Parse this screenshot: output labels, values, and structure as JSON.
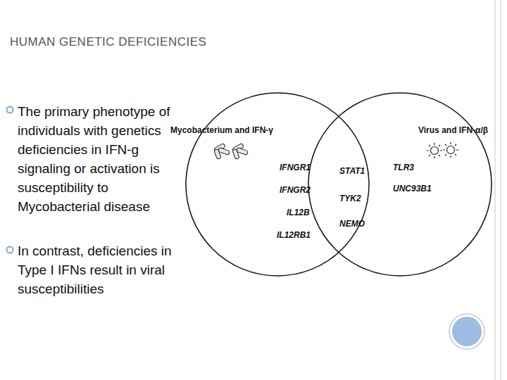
{
  "diagram": {
    "title": "HUMAN GENETIC DEFICIENCIES",
    "nodes": [
      {
        "text": [
          "Mycobacterium and IFN-γ",
          "IFNGR1",
          "IFNGR2",
          "IL12B",
          "IL12RB1"
        ]
      },
      {
        "text": [
          "Virus and IFN-α/β",
          "TLR3",
          "UNC93B1"
        ]
      }
    ],
    "labels": [
      "The primary phenotype of individuals with genetics deficiencies in IFN-g signaling or activation is susceptibility to Mycobacterial disease",
      "In contrast, deficiencies in Type I IFNs result in viral susceptibilities",
      "STAT1",
      "TYK2",
      "NEMO"
    ]
  }
}
